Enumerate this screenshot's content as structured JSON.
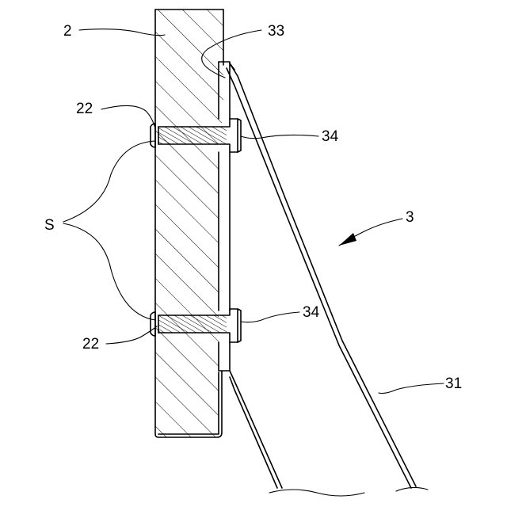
{
  "labels": {
    "wall": "2",
    "flange_top": "33",
    "hole_top": "22",
    "bolt_top": "34",
    "sealant": "S",
    "bracket": "3",
    "bolt_bottom": "34",
    "hole_bottom": "22",
    "plate": "31"
  }
}
